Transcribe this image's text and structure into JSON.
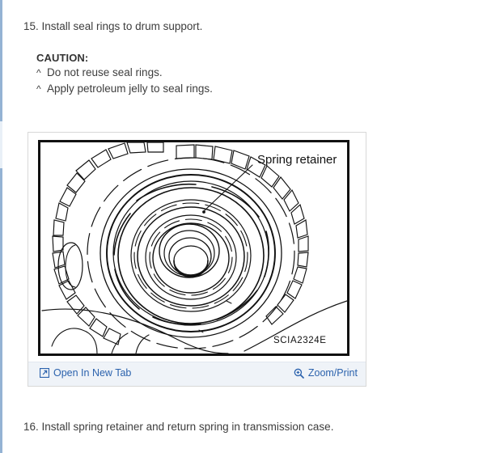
{
  "document": {
    "steps": [
      {
        "id": "step15",
        "text": "15. Install seal rings to drum support."
      },
      {
        "id": "step16",
        "text": "16. Install spring retainer and return spring in transmission case."
      }
    ],
    "caution": {
      "title": "CAUTION:",
      "bullet_marker": "^",
      "items": [
        "Do not reuse seal rings.",
        "Apply petroleum jelly to seal rings."
      ]
    }
  },
  "figure": {
    "callout_label": "Spring retainer",
    "figure_code": "SCIA2324E",
    "footer": {
      "open_in_new_tab": {
        "label": "Open In New Tab",
        "icon": "open-in-new-icon"
      },
      "zoom_print": {
        "label": "Zoom/Print",
        "icon": "magnifier-plus-icon"
      }
    }
  },
  "colors": {
    "link": "#2b62ad",
    "text": "#3d3d3d",
    "footer_background": "#eff3f8",
    "panel_border": "#d8d8d8",
    "left_rail": "#94b3d4",
    "drawing_ink": "#111111"
  }
}
